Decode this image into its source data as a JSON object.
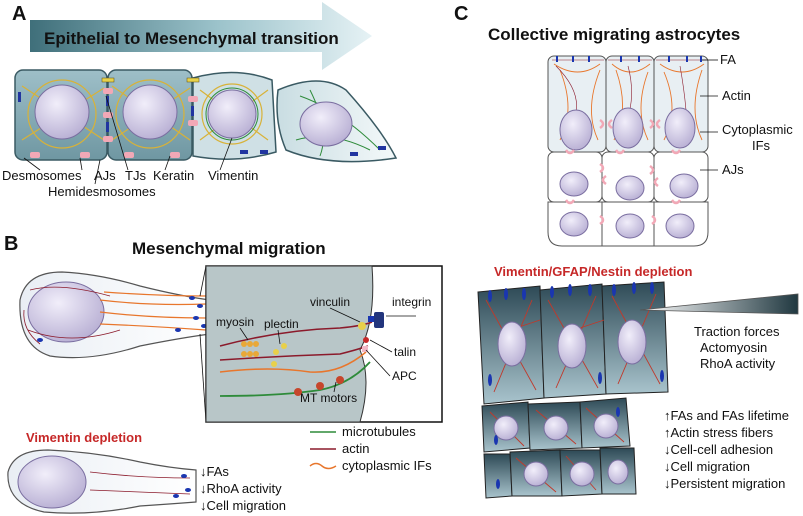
{
  "panelA": {
    "letter": "A",
    "title": "Epithelial to Mesenchymal transition",
    "labels": {
      "desmosomes": "Desmosomes",
      "ajs": "AJs",
      "tjs": "TJs",
      "keratin": "Keratin",
      "vimentin": "Vimentin",
      "hemidesmosomes": "Hemidesmosomes"
    }
  },
  "panelB": {
    "letter": "B",
    "title": "Mesenchymal migration",
    "inset_labels": {
      "myosin": "myosin",
      "plectin": "plectin",
      "vinculin": "vinculin",
      "integrin": "integrin",
      "talin": "talin",
      "apc": "APC",
      "mt_motors": "MT motors"
    },
    "legend": [
      {
        "label": "microtubules",
        "color": "#2e8b3a"
      },
      {
        "label": "actin",
        "color": "#8b1a2b"
      },
      {
        "label": "cytoplasmic IFs",
        "color": "#e8762c"
      }
    ],
    "depletion_title": "Vimentin depletion",
    "effects": [
      {
        "arrow": "↓",
        "text": "FAs"
      },
      {
        "arrow": "↓",
        "text": "RhoA activity"
      },
      {
        "arrow": "↓",
        "text": "Cell migration"
      }
    ]
  },
  "panelC": {
    "letter": "C",
    "title": "Collective migrating astrocytes",
    "labels": {
      "fa": "FA",
      "actin": "Actin",
      "cytoplasmic_ifs_1": "Cytoplasmic",
      "cytoplasmic_ifs_2": "IFs",
      "ajs": "AJs"
    },
    "depletion_title": "Vimentin/GFAP/Nestin depletion",
    "increase": [
      "Traction forces",
      "Actomyosin",
      "RhoA activity"
    ],
    "effects": [
      {
        "arrow": "↑",
        "text": "FAs and FAs lifetime"
      },
      {
        "arrow": "↑",
        "text": "Actin stress fibers"
      },
      {
        "arrow": "↓",
        "text": "Cell-cell adhesion"
      },
      {
        "arrow": "↓",
        "text": "Cell migration"
      },
      {
        "arrow": "↓",
        "text": "Persistent migration"
      }
    ]
  }
}
